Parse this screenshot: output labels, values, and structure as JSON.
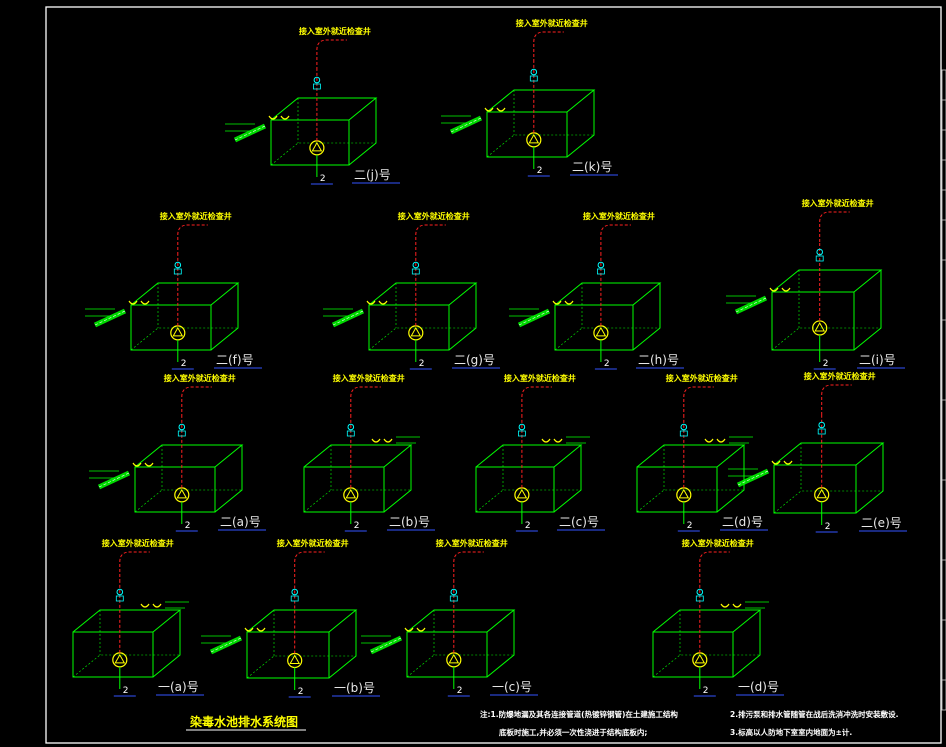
{
  "title": "染毒水池排水系统图",
  "connect_label": "接入室外就近检查井",
  "pipe_number": "2",
  "units": [
    {
      "label": "二(j)号"
    },
    {
      "label": "二(k)号"
    },
    {
      "label": "二(f)号"
    },
    {
      "label": "二(g)号"
    },
    {
      "label": "二(h)号"
    },
    {
      "label": "二(i)号"
    },
    {
      "label": "二(a)号"
    },
    {
      "label": "二(b)号"
    },
    {
      "label": "二(c)号"
    },
    {
      "label": "二(d)号"
    },
    {
      "label": "二(e)号"
    },
    {
      "label": "一(a)号"
    },
    {
      "label": "一(b)号"
    },
    {
      "label": "一(c)号"
    },
    {
      "label": "一(d)号"
    }
  ],
  "notes": {
    "note1_line1": "注:1.防爆地漏及其各连接管道(热镀锌钢管)在土建施工结构",
    "note1_line2": "底板时施工,并必须一次性浇进于结构底板内;",
    "note2": "2.排污泵和排水管随管在战后洗消冲洗时安装敷设.",
    "note3": "3.标高以人防地下室室内地面为±计."
  },
  "colors": {
    "background": "#000000",
    "frame": "#ffffff",
    "box": "#00ff00",
    "pipe": "#ff2020",
    "text": "#ffff00",
    "pump": "#ffff00",
    "label_underline": "#3355ff"
  }
}
